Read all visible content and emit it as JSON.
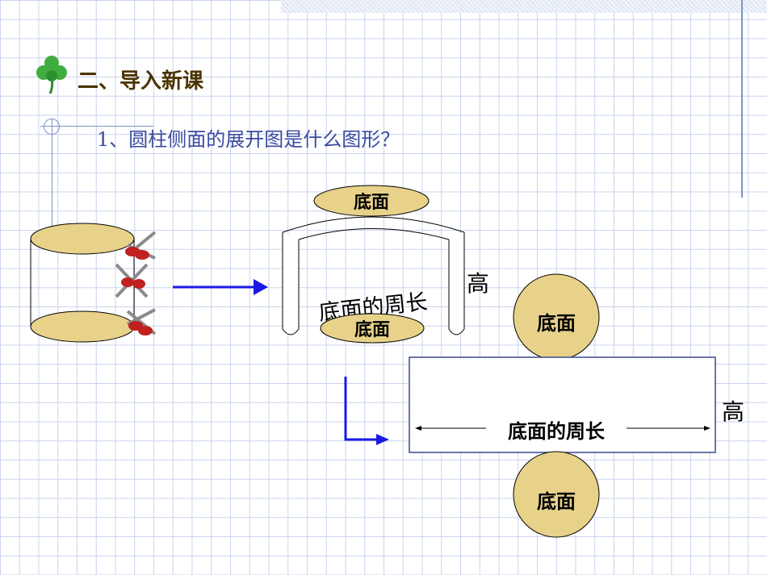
{
  "slide": {
    "heading": "二、导入新课",
    "question": "1、圆柱侧面的展开图是什么图形？"
  },
  "diagram": {
    "top_base_label": "底面",
    "bottom_base_label": "底面",
    "curved_circumference_label": "底面的周长",
    "height_label_rolled": "高",
    "circle_top_label": "底面",
    "circle_bottom_label": "底面",
    "rect_circumference_label": "底面的周长",
    "height_label_flat": "高",
    "colors": {
      "base_fill": "#e8d28a",
      "arrow_blue": "#1a1ae6",
      "outline": "#000000",
      "rect_border": "#3a4a8a"
    },
    "icons": [
      "clover-icon",
      "scissors-icon"
    ]
  }
}
